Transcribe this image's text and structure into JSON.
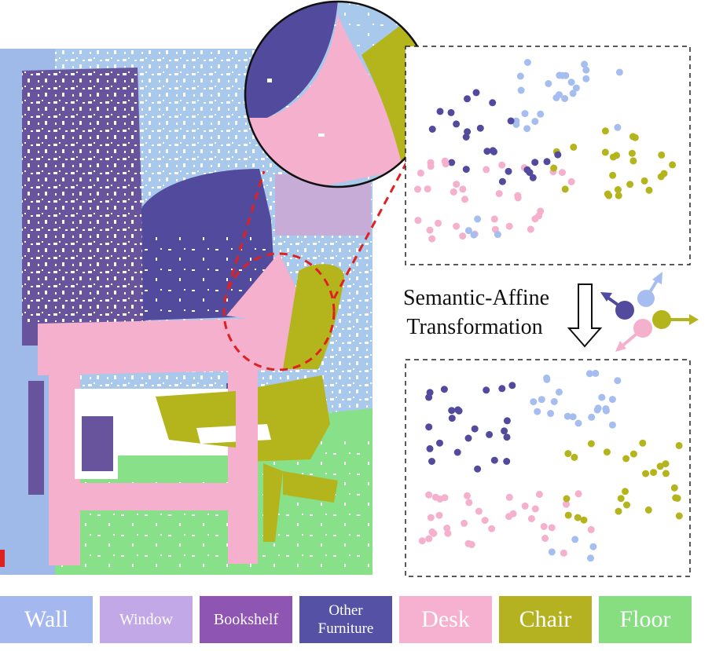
{
  "transformation": {
    "line1": "Semantic-Affine",
    "line2": "Transformation"
  },
  "colors": {
    "wall": "#a8c8ec",
    "window": "#c8acd8",
    "bookshelf": "#68549c",
    "other_furniture": "#524a9c",
    "desk": "#f4b0cc",
    "chair": "#b4b41c",
    "floor": "#88e088",
    "wall_edge": "#9cb6e6"
  },
  "legend": [
    {
      "key": "wall",
      "label": "Wall",
      "color": "#a5b7ef"
    },
    {
      "key": "window",
      "label": "Window",
      "color": "#c2a8e6"
    },
    {
      "key": "bookshelf",
      "label": "Bookshelf",
      "color": "#8e55b2"
    },
    {
      "key": "other_furniture",
      "label": "Other\nFurniture",
      "line1": "Other",
      "line2": "Furniture",
      "color": "#5552a6"
    },
    {
      "key": "desk",
      "label": "Desk",
      "color": "#f5b1cf"
    },
    {
      "key": "chair",
      "label": "Chair",
      "color": "#b5b221"
    },
    {
      "key": "floor",
      "label": "Floor",
      "color": "#86de81"
    }
  ],
  "icons": [
    "feature-before-scatter",
    "feature-after-scatter",
    "zoom-lens-icon",
    "transform-arrow-icon",
    "affine-vector-icon"
  ]
}
